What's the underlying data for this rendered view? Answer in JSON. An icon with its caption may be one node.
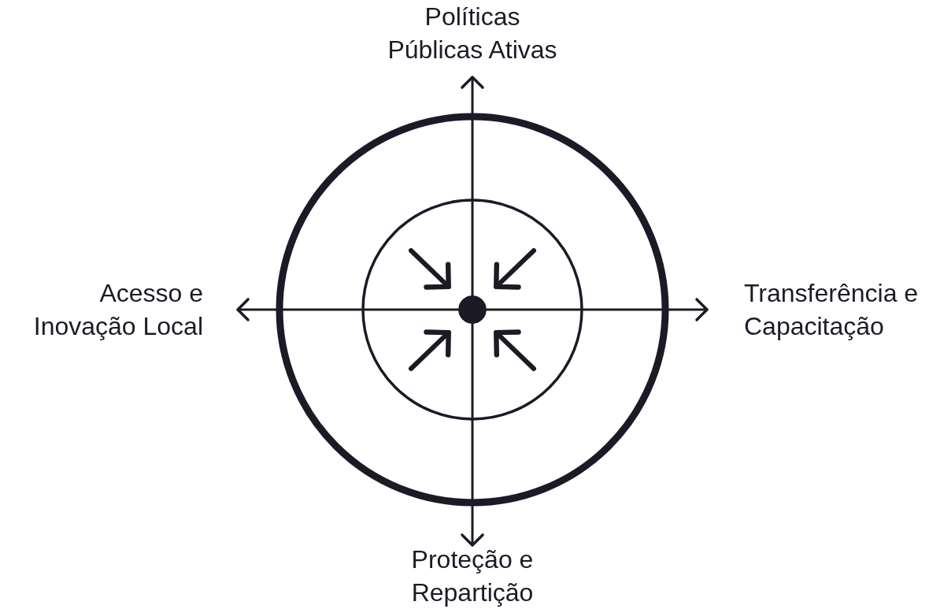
{
  "diagram": {
    "nodes": [
      {
        "text": [
          "Políticas Públicas Ativas"
        ]
      },
      {
        "text": [
          "Acesso e Inovação Local"
        ]
      },
      {
        "text": [
          "Transferência e Capacitação"
        ]
      },
      {
        "text": [
          "Proteção e Repartição"
        ]
      },
      {
        "text": [],
        "shape": "circle"
      }
    ],
    "edges": [
      {
        "from": 4,
        "to": 0,
        "arrow": "to"
      },
      {
        "from": 4,
        "to": 1,
        "arrow": "to"
      },
      {
        "from": 4,
        "to": 2,
        "arrow": "to"
      },
      {
        "from": 4,
        "to": 3,
        "arrow": "to"
      },
      {
        "from": null,
        "to": 4,
        "arrow": "to",
        "style": "thick"
      },
      {
        "from": null,
        "to": 4,
        "arrow": "to",
        "style": "thick"
      },
      {
        "from": null,
        "to": 4,
        "arrow": "to",
        "style": "thick"
      },
      {
        "from": null,
        "to": 4,
        "arrow": "to",
        "style": "thick"
      }
    ]
  }
}
